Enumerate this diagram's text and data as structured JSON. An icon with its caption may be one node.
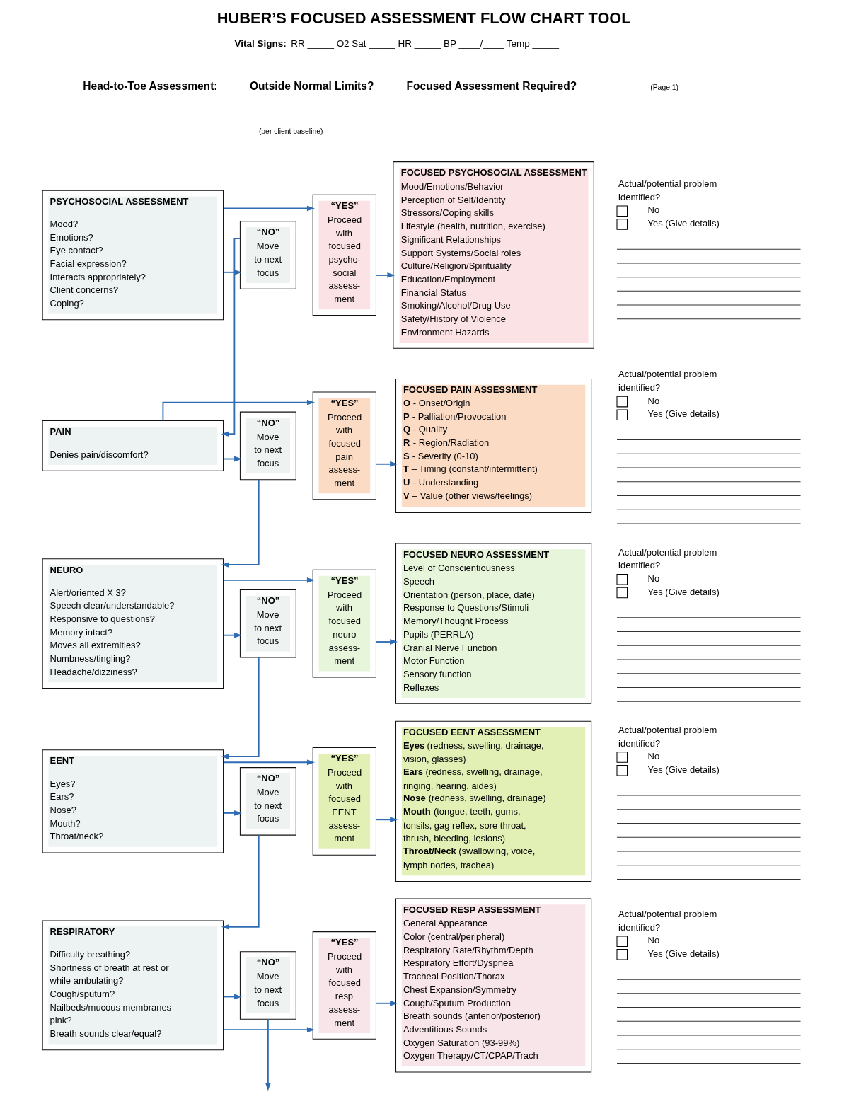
{
  "diagram": {
    "title": "HUBER’S FOCUSED ASSESSMENT FLOW CHART TOOL",
    "nodes": [
      {
        "text": [
          "PSYCHOSOCIAL ASSESSMENT",
          "Mood?",
          "Emotions?",
          "Eye contact?",
          "Facial expression?",
          "Interacts appropriately?",
          "Client concerns?",
          "Coping?"
        ]
      },
      {
        "text": [
          "“NO”",
          "Move to next focus"
        ]
      },
      {
        "text": [
          "“YES”",
          "Proceed with focused psycho- social assess- ment"
        ]
      },
      {
        "text": [
          "FOCUSED PSYCHOSOCIAL ASSESSMENT",
          "Mood/Emotions/Behavior",
          "Perception of Self/Identity",
          "Stressors/Coping skills",
          "Lifestyle (health, nutrition, exercise)",
          "Significant Relationships",
          "Support Systems/Social roles",
          "Culture/Religion/Spirituality",
          "Education/Employment",
          "Financial Status",
          "Smoking/Alcohol/Drug Use",
          "Safety/History of Violence",
          "Environment Hazards"
        ]
      },
      {
        "text": [
          "PAIN",
          "Denies pain/discomfort?"
        ]
      },
      {
        "text": [
          "“NO”",
          "Move to next focus"
        ]
      },
      {
        "text": [
          "“YES”",
          "Proceed with focused pain assess- ment"
        ]
      },
      {
        "text": [
          "FOCUSED PAIN ASSESSMENT",
          "**O** - Onset/Origin",
          "**P** - Palliation/Provocation",
          "**Q** - Quality",
          "**R** - Region/Radiation",
          "**S** - Severity (0-10)",
          "**T** – Timing (constant/intermittent)",
          "**U** - Understanding",
          "**V** – Value (other views/feelings)"
        ]
      },
      {
        "text": [
          "NEURO",
          "Alert/oriented X 3?",
          "Speech clear/understandable?",
          "Responsive to questions?",
          "Memory intact?",
          "Moves all extremities?",
          "Numbness/tingling?",
          "Headache/dizziness?"
        ]
      },
      {
        "text": [
          "“NO”",
          "Move to next focus"
        ]
      },
      {
        "text": [
          "“YES”",
          "Proceed with focused neuro assess- ment"
        ]
      },
      {
        "text": [
          "FOCUSED NEURO ASSESSMENT",
          "Level of Conscientiousness",
          "Speech",
          "Orientation (person, place, date)",
          "Response to Questions/Stimuli",
          "Memory/Thought Process",
          "Pupils (PERRLA)",
          "Cranial Nerve Function",
          "Motor Function",
          "Sensory function",
          "Reflexes"
        ]
      },
      {
        "text": [
          "EENT",
          "Eyes?",
          "Ears?",
          "Nose?",
          "Mouth?",
          "Throat/neck?"
        ]
      },
      {
        "text": [
          "“NO”",
          "Move to next focus"
        ]
      },
      {
        "text": [
          "“YES”",
          "Proceed with focused EENT assess- ment"
        ]
      },
      {
        "text": [
          "FOCUSED EENT ASSESSMENT",
          "**Eyes** (redness, swelling, drainage, vision, glasses)",
          "**Ears** (redness, swelling, drainage, ringing, hearing, aides)",
          "**Nose** (redness, swelling, drainage)",
          "**Mouth** (tongue, teeth, gums, tonsils, gag reflex, sore throat, thrush, bleeding, lesions)",
          "**Throat/Neck** (swallowing, voice, lymph nodes, trachea)"
        ]
      },
      {
        "text": [
          "RESPIRATORY",
          "Difficulty breathing?",
          "Shortness of breath at rest or while ambulating?",
          "Cough/sputum?",
          "Nailbeds/mucous membranes pink?",
          "Breath sounds clear/equal?"
        ]
      },
      {
        "text": [
          "“NO”",
          "Move to next focus"
        ]
      },
      {
        "text": [
          "“YES”",
          "Proceed with focused resp assess- ment"
        ]
      },
      {
        "text": [
          "FOCUSED RESP ASSESSMENT",
          "General Appearance",
          "Color (central/peripheral)",
          "Respiratory Rate/Rhythm/Depth",
          "Respiratory Effort/Dyspnea",
          "Tracheal Position/Thorax",
          "Chest Expansion/Symmetry",
          "Cough/Sputum Production",
          "Breath sounds (anterior/posterior)",
          "Adventitious Sounds",
          "Oxygen Saturation (93-99%)",
          "Oxygen Therapy/CT/CPAP/Trach"
        ]
      }
    ],
    "edges": [
      {
        "from": 0,
        "to": 2,
        "arrow": "to"
      },
      {
        "from": 0,
        "to": 1,
        "arrow": "to"
      },
      {
        "from": 2,
        "to": 3,
        "arrow": "to"
      },
      {
        "from": 1,
        "to": 4,
        "arrow": "to"
      },
      {
        "from": 4,
        "to": 6,
        "arrow": "to"
      },
      {
        "from": 4,
        "to": 5,
        "arrow": "to"
      },
      {
        "from": 6,
        "to": 7,
        "arrow": "to"
      },
      {
        "from": 5,
        "to": 8,
        "arrow": "to"
      },
      {
        "from": 8,
        "to": 10,
        "arrow": "to"
      },
      {
        "from": 8,
        "to": 9,
        "arrow": "to"
      },
      {
        "from": 10,
        "to": 11,
        "arrow": "to"
      },
      {
        "from": 9,
        "to": 12,
        "arrow": "to"
      },
      {
        "from": 12,
        "to": 14,
        "arrow": "to"
      },
      {
        "from": 12,
        "to": 13,
        "arrow": "to"
      },
      {
        "from": 14,
        "to": 15,
        "arrow": "to"
      },
      {
        "from": 13,
        "to": 16,
        "arrow": "to"
      },
      {
        "from": 16,
        "to": 18,
        "arrow": "to"
      },
      {
        "from": 16,
        "to": 17,
        "arrow": "to"
      },
      {
        "from": 18,
        "to": 19,
        "arrow": "to"
      },
      {
        "from": 17,
        "to": null,
        "arrow": "to"
      }
    ],
    "labels": [
      "**Vital Signs:** RR _____ O2 Sat _____ HR _____ BP ____/____ Temp _____",
      "Head-to-Toe Assessment:",
      "Outside Normal Limits?",
      "Focused Assessment Required?",
      "(Page 1)",
      "(per client baseline)",
      "Actual/potential problem identified?",
      "No",
      "Yes (Give details)",
      "Actual/potential problem identified?",
      "No",
      "Yes (Give details)",
      "Actual/potential problem identified?",
      "No",
      "Yes (Give details)",
      "Actual/potential problem identified?",
      "No",
      "Yes (Give details)",
      "Actual/potential problem identified?",
      "No",
      "Yes (Give details)"
    ]
  }
}
